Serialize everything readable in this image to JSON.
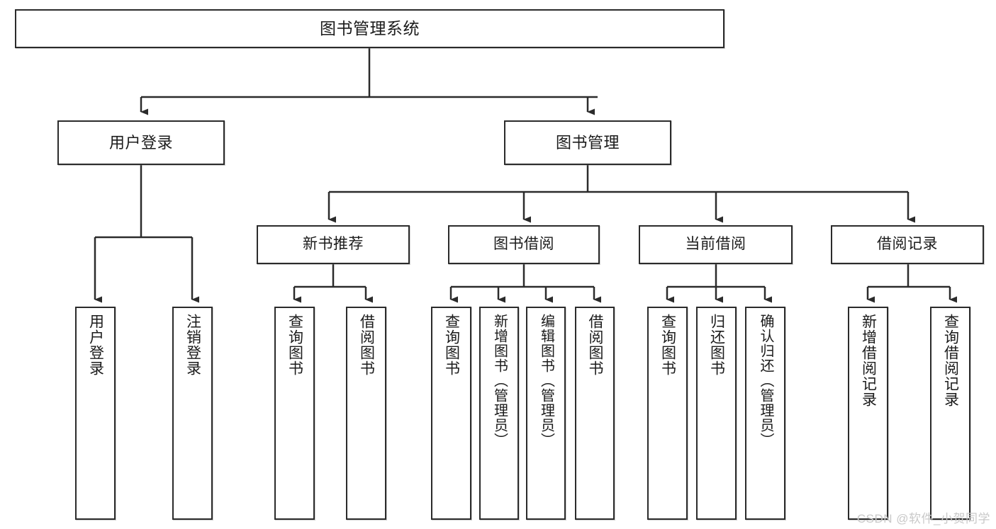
{
  "diagram": {
    "title": "图书管理系统",
    "watermark": "CSDN @软件_小贺同学",
    "colors": {
      "stroke": "#2b2b2b",
      "box_fill": "#ffffff",
      "text": "#1b1b1b",
      "watermark": "#c9c9c9",
      "background": "#ffffff"
    },
    "nodes": {
      "root": {
        "label": "图书管理系统"
      },
      "level2": [
        {
          "label": "用户登录"
        },
        {
          "label": "图书管理"
        }
      ],
      "level3": [
        {
          "label": "新书推荐"
        },
        {
          "label": "图书借阅"
        },
        {
          "label": "当前借阅"
        },
        {
          "label": "借阅记录"
        }
      ],
      "leaves": {
        "user_login": [
          {
            "label": "用户登录"
          },
          {
            "label": "注销登录"
          }
        ],
        "new_book": [
          {
            "label": "查询图书"
          },
          {
            "label": "借阅图书"
          }
        ],
        "book_borrow": [
          {
            "label": "查询图书"
          },
          {
            "label": "新增图书（管理员）"
          },
          {
            "label": "编辑图书（管理员）"
          },
          {
            "label": "借阅图书"
          }
        ],
        "current_borrow": [
          {
            "label": "查询图书"
          },
          {
            "label": "归还图书"
          },
          {
            "label": "确认归还（管理员）"
          }
        ],
        "borrow_record": [
          {
            "label": "新增借阅记录"
          },
          {
            "label": "查询借阅记录"
          }
        ]
      }
    }
  }
}
